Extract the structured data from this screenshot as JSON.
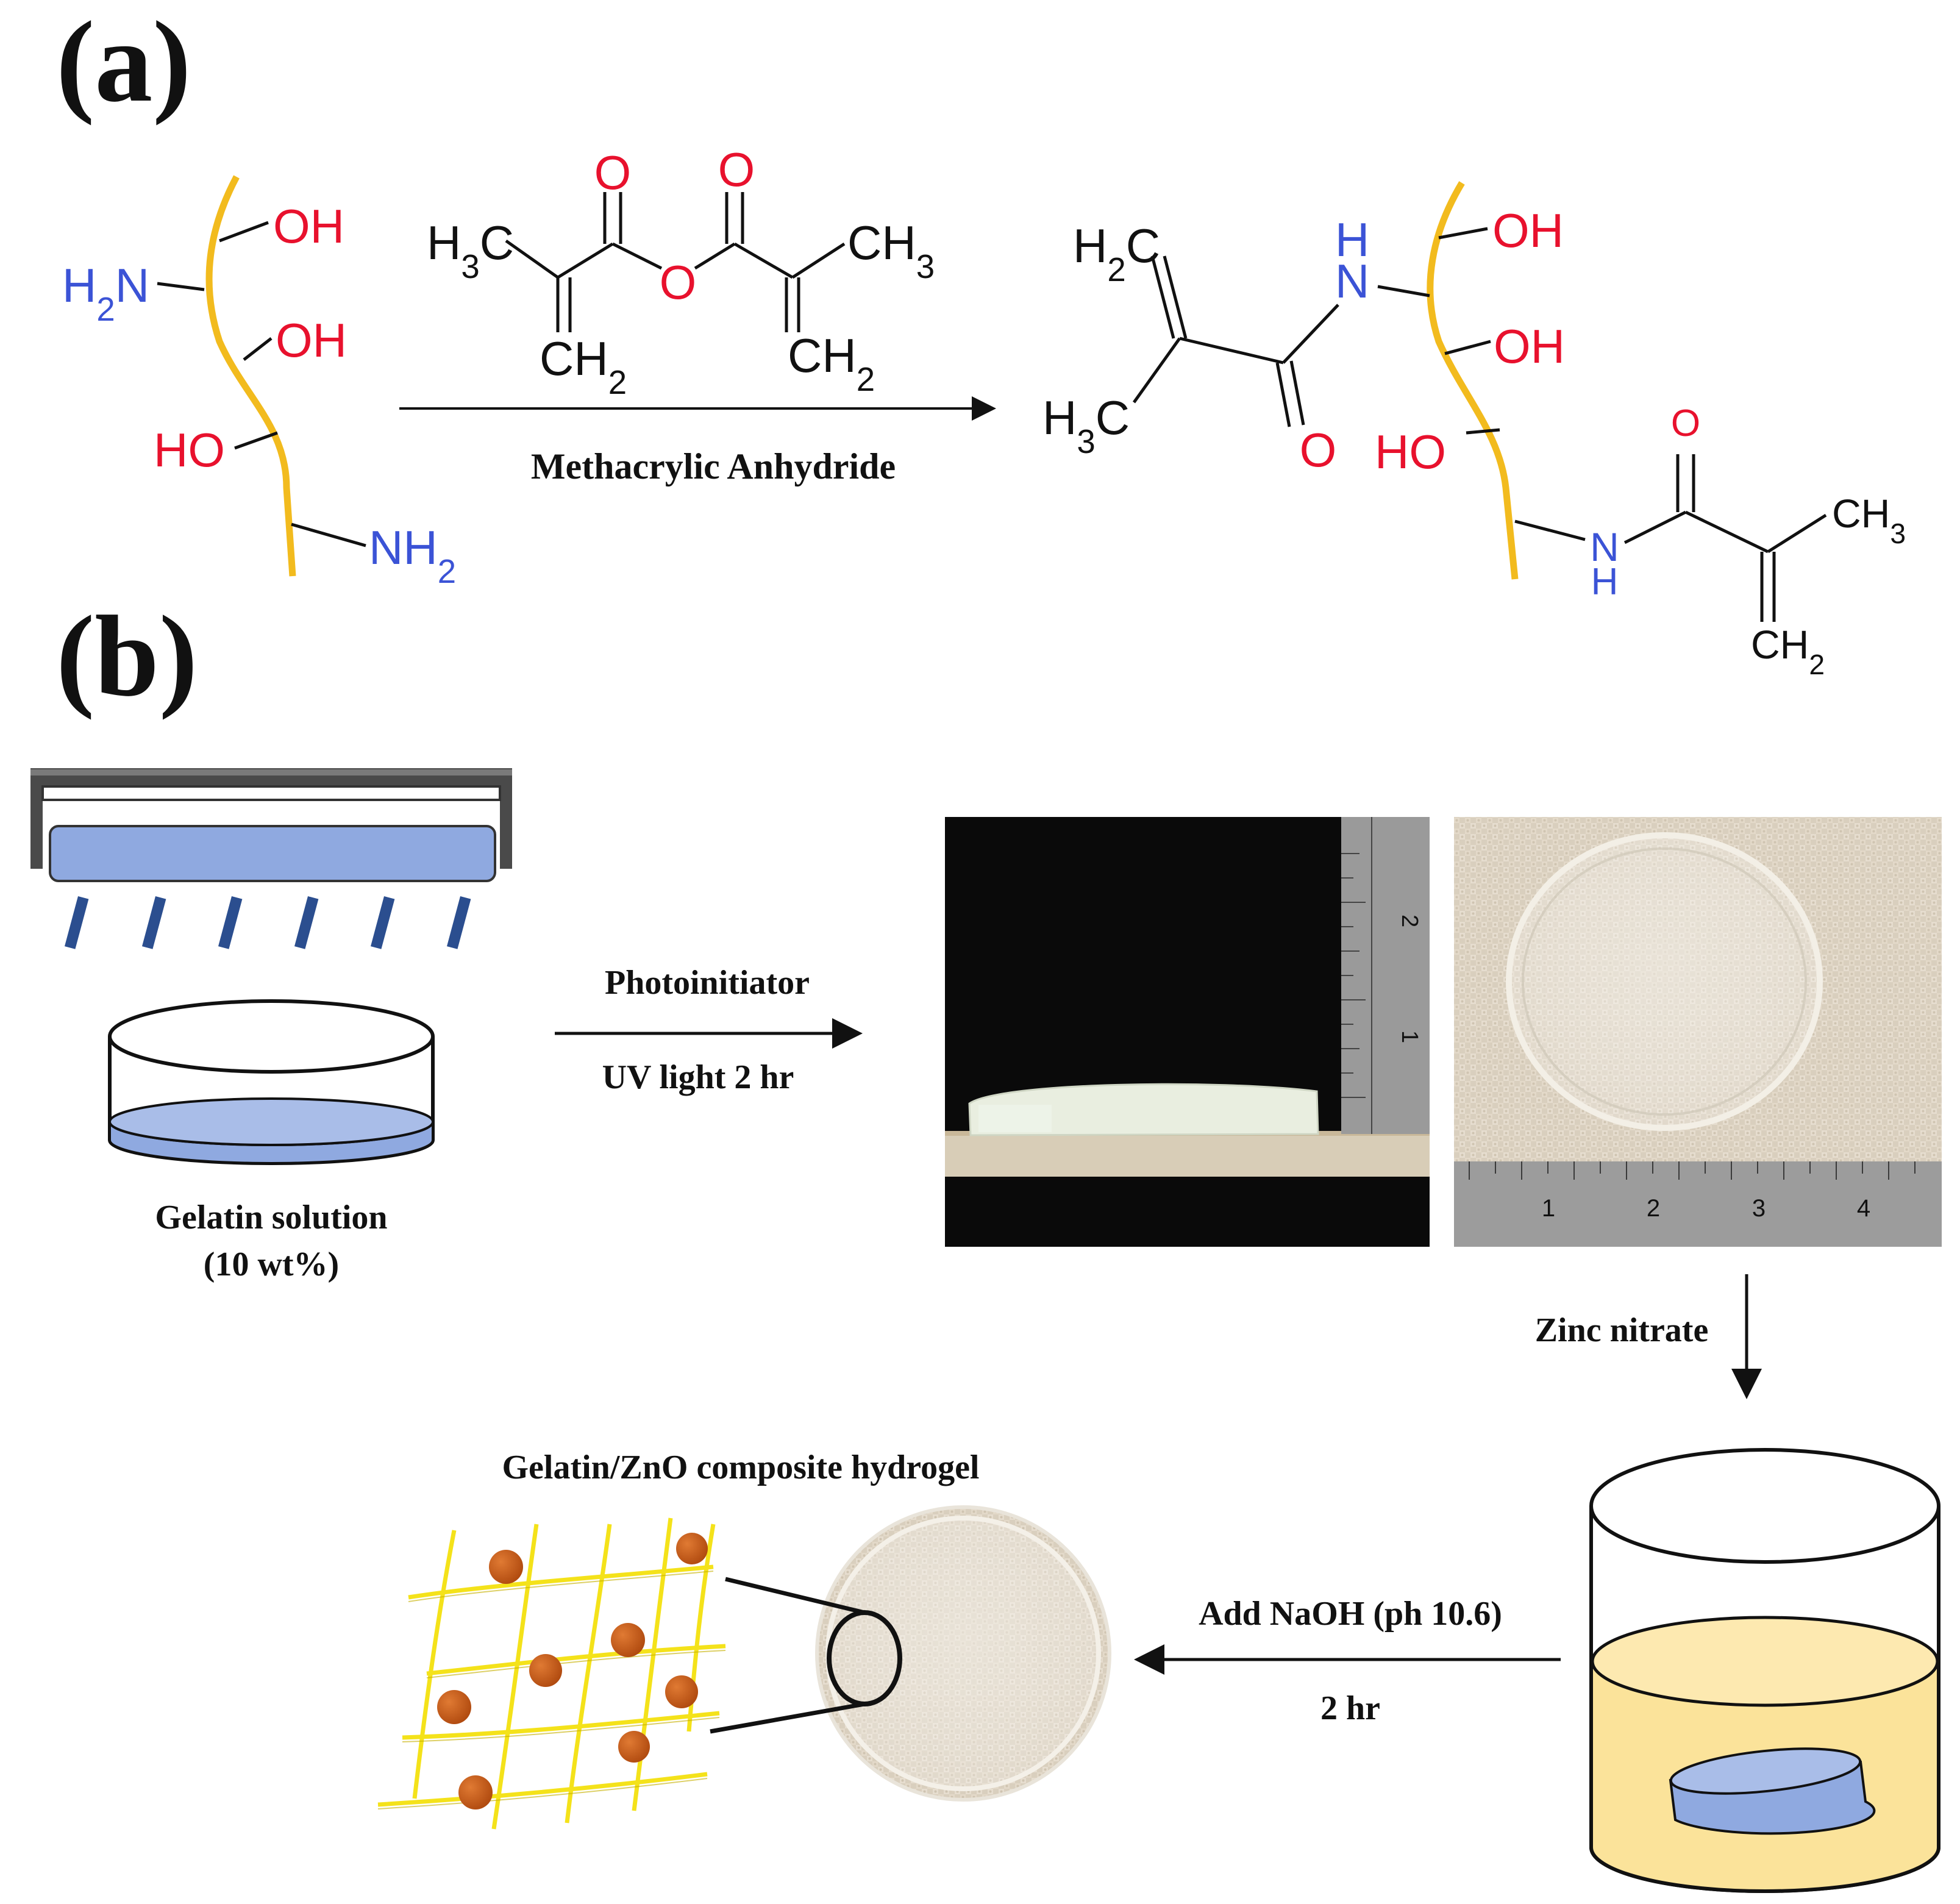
{
  "panel_a": {
    "label": "(a)",
    "reagent_label": "Methacrylic Anhydride",
    "reactant": {
      "oh1": "OH",
      "nh2_top": "H2N",
      "oh2": "OH",
      "ho": "HO",
      "nh2_bottom": "NH2"
    },
    "anhydride": {
      "o_top_left": "O",
      "o_top_right": "O",
      "o_bridge": "O",
      "h3c_left": "H3C",
      "ch3_right": "CH3",
      "ch2_left": "CH2",
      "ch2_right": "CH2"
    },
    "product": {
      "h2c": "H2C",
      "h3c": "H3C",
      "o_left": "O",
      "nh_h": "H",
      "nh_n": "N",
      "oh1": "OH",
      "oh2": "OH",
      "ho": "HO",
      "o_right": "O",
      "ch3": "CH3",
      "nh2_n": "N",
      "nh2_h": "H",
      "ch2": "CH2"
    }
  },
  "panel_b": {
    "label": "(b)",
    "gelatin_solution_line1": "Gelatin solution",
    "gelatin_solution_line2": "(10 wt%)",
    "step1_top": "Photoinitiator",
    "step1_bottom": "UV light 2 hr",
    "ruler_vertical_marks": [
      "2",
      "1"
    ],
    "ruler_horizontal_marks": [
      "1",
      "2",
      "3",
      "4"
    ],
    "step2": "Zinc nitrate",
    "step3_top": "Add NaOH (ph 10.6)",
    "step3_bottom": "2 hr",
    "composite_label": "Gelatin/ZnO composite hydrogel"
  },
  "colors": {
    "gelatin_chain": "#f2bb1e",
    "oxygen_text": "#e8112d",
    "nitrogen_text": "#3b53d6",
    "uv_lamp": "#8fa9e0",
    "uv_rays": "#2b4e8f",
    "zinc_solution": "#fbe39a",
    "zno_particle": "#c65a17",
    "mesh_fiber": "#f4e21a"
  }
}
